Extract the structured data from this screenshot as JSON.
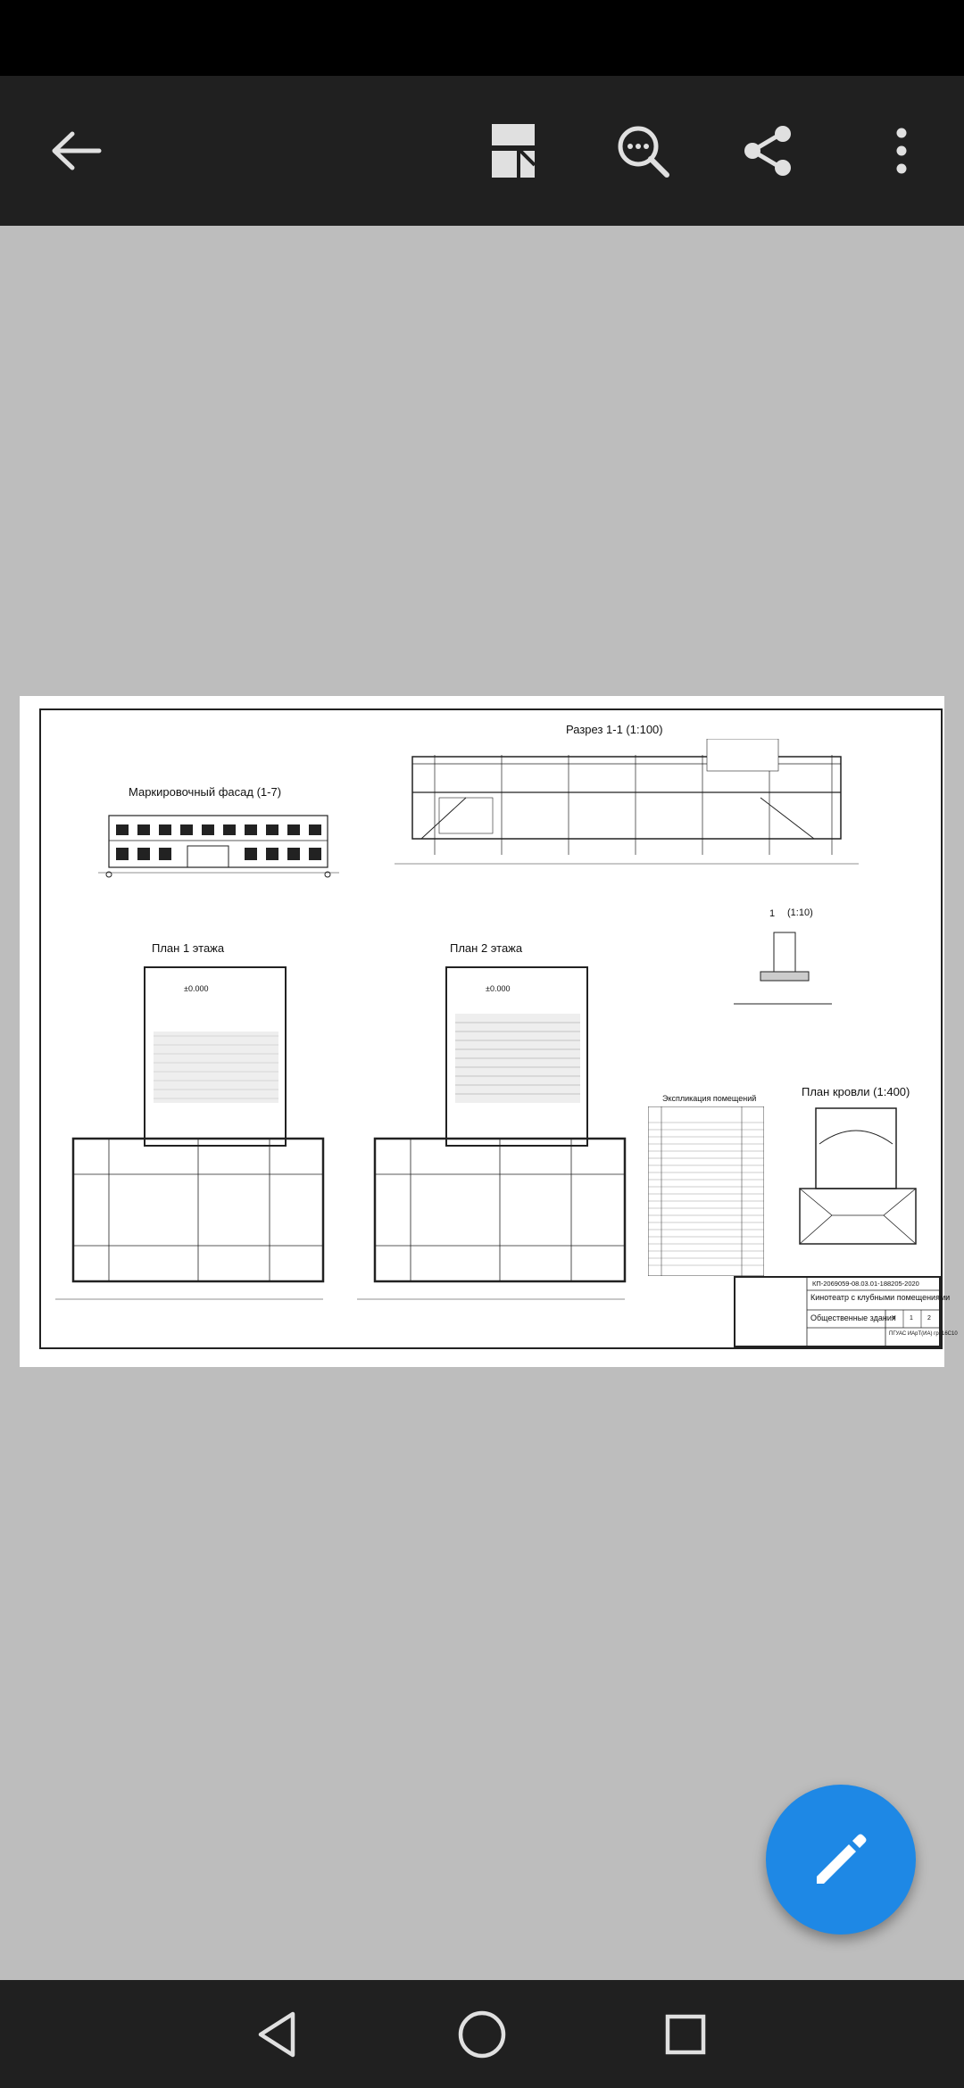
{
  "toolbar": {
    "back_icon": "arrow-left-icon",
    "actions": [
      "page-view-icon",
      "search-icon",
      "share-icon",
      "more-vert-icon"
    ]
  },
  "document": {
    "facade_title": "Маркировочный фасад (1-7)",
    "section_title": "Разрез 1-1 (1:100)",
    "plan1_title": "План 1 этажа",
    "plan2_title": "План 2 этажа",
    "roof_title": "План кровли (1:400)",
    "detail_label": "(1:10)",
    "detail_number": "1",
    "legend_title": "Экспликация помещений",
    "stamp_code": "КП-2069059-08.03.01-188205-2020",
    "stamp_title": "Кинотеатр с клубными помещениями",
    "stamp_subtitle": "Общественные здания",
    "stamp_stage": "У",
    "stamp_sheet": "1",
    "stamp_sheets": "2",
    "stamp_org": "ПГУАС ИАрТ(ИА) гр. 16С10",
    "mark_0000_a": "±0.000",
    "mark_0000_b": "±0.000"
  },
  "fab": {
    "icon": "pencil-icon"
  },
  "navbar": {
    "buttons": [
      "back-triangle-icon",
      "home-circle-icon",
      "recents-square-icon"
    ]
  }
}
